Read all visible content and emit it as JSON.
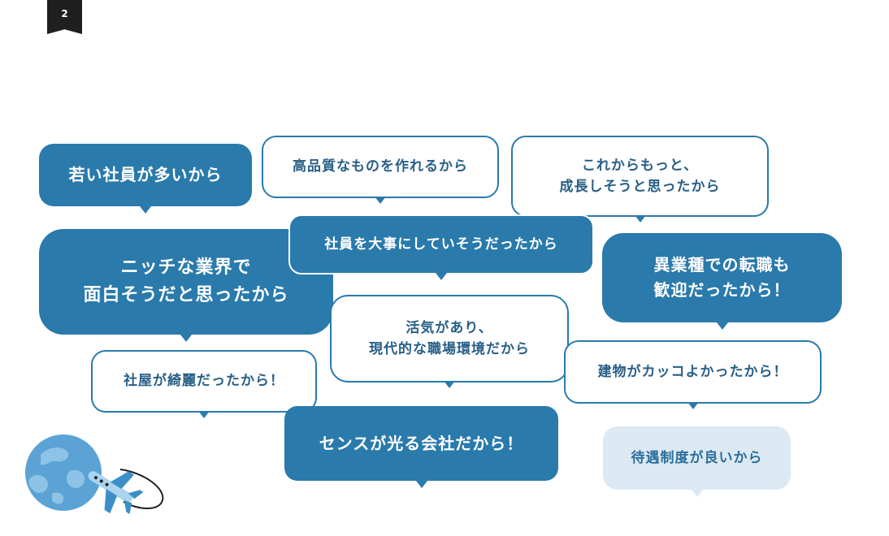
{
  "page": {
    "number": "2"
  },
  "colors": {
    "accent": "#2a7aab",
    "pale": "#dce9f2",
    "text_dark": "#285f86"
  },
  "bubbles": [
    {
      "id": "young-employees",
      "style": "solid",
      "lines": [
        "若い社員が多いから"
      ]
    },
    {
      "id": "quality",
      "style": "outline",
      "lines": [
        "高品質なものを作れるから"
      ]
    },
    {
      "id": "growth",
      "style": "outline",
      "lines": [
        "これからもっと、",
        "成長しそうと思ったから"
      ]
    },
    {
      "id": "niche",
      "style": "solid",
      "lines": [
        "ニッチな業界で",
        "面白そうだと思ったから"
      ]
    },
    {
      "id": "value-employees",
      "style": "outline",
      "lines": [
        "社員を大事にしていそうだったから"
      ]
    },
    {
      "id": "career-change",
      "style": "solid",
      "lines": [
        "異業種での転職も",
        "歓迎だったから！"
      ]
    },
    {
      "id": "lively",
      "style": "outline",
      "lines": [
        "活気があり、",
        "現代的な職場環境だから"
      ]
    },
    {
      "id": "clean-office",
      "style": "outline",
      "lines": [
        "社屋が綺麗だったから！"
      ]
    },
    {
      "id": "cool-building",
      "style": "outline",
      "lines": [
        "建物がカッコよかったから！"
      ]
    },
    {
      "id": "sense",
      "style": "solid",
      "lines": [
        "センスが光る会社だから！"
      ]
    },
    {
      "id": "benefits",
      "style": "pale",
      "lines": [
        "待遇制度が良いから"
      ]
    }
  ],
  "illustration": {
    "icons": [
      "globe-icon",
      "airplane-icon"
    ]
  }
}
